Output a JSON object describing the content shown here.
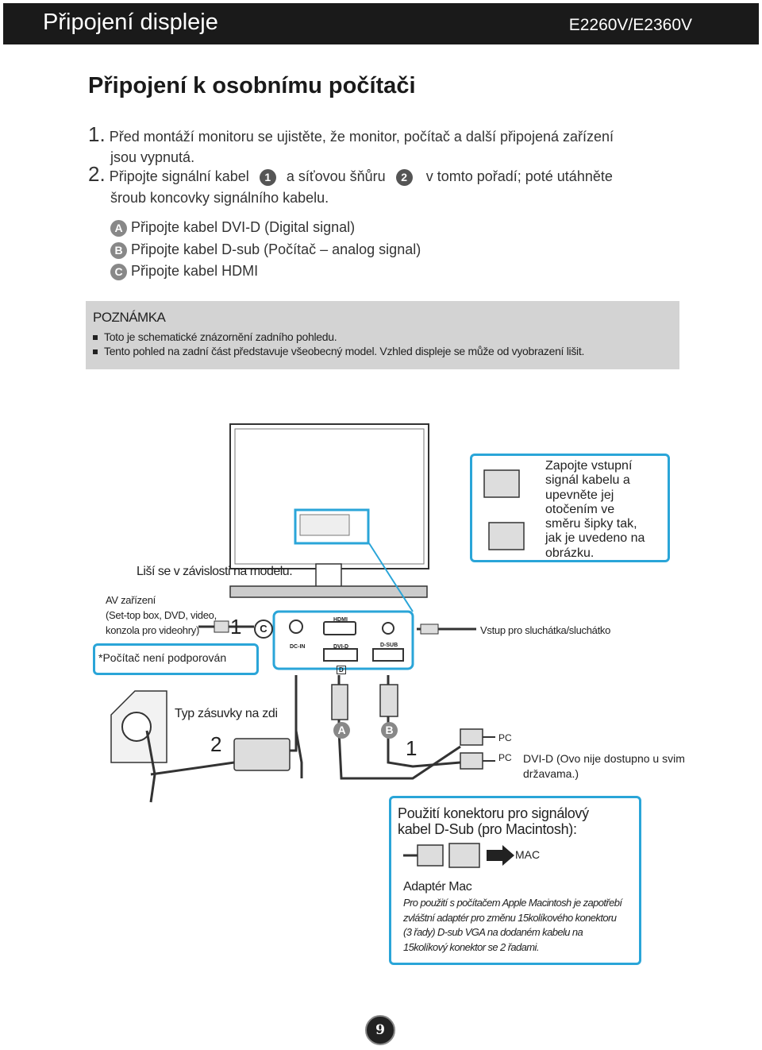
{
  "header": {
    "title": "Připojení displeje",
    "model": "E2260V/E2360V"
  },
  "section_title": "Připojení k osobnímu počítači",
  "steps": [
    {
      "num": "1.",
      "line1": "Před montáží monitoru se ujistěte, že monitor, počítač a další připojená zařízení",
      "line2": "jsou vypnutá."
    },
    {
      "num": "2.",
      "part_a": "Připojte signální kabel",
      "marker1": "1",
      "part_b": "a síťovou šňůru",
      "marker2": "2",
      "part_c": "v tomto pořadí; poté utáhněte",
      "line2": "šroub koncovky signálního kabelu."
    }
  ],
  "sub_items": [
    {
      "marker": "A",
      "text": "Připojte kabel DVI-D (Digital signal)"
    },
    {
      "marker": "B",
      "text": "Připojte kabel D-sub (Počítač – analog signal)"
    },
    {
      "marker": "C",
      "text": "Připojte kabel HDMI"
    }
  ],
  "note": {
    "title": "POZNÁMKA",
    "items": [
      "Toto je schematické znázornění zadního pohledu.",
      "Tento pohled na zadní část představuje všeobecný model. Vzhled displeje se může od vyobrazení lišit."
    ]
  },
  "diagram": {
    "model_note": "Liší se v závislosti na modelu.",
    "tip_text": [
      "Zapojte vstupní",
      "signál kabelu a",
      "upevněte jej",
      "otočením ve",
      "směru šipky tak,",
      "jak je uvedeno na",
      "obrázku."
    ],
    "av_label": [
      "AV zařízení",
      "(Set-top box, DVD, video,",
      "konzola pro videohry)"
    ],
    "pc_not_supported": "*Počítač není podporován",
    "marker_1": "1",
    "marker_2": "2",
    "marker_c": "C",
    "marker_a": "A",
    "marker_b": "B",
    "port_hdmi": "HDMI",
    "port_dcin": "DC-IN",
    "port_dvid": "DVI-D",
    "port_dsub": "D-SUB",
    "port_d_badge": "D",
    "headphone_label": "Vstup pro sluchátka/sluchátko",
    "outlet_label": "Typ zásuvky na zdi",
    "pc_label_1": "PC",
    "pc_label_2": "PC",
    "dvi_note": [
      "DVI-D (Ovo nije dostupno u svim",
      "državama.)"
    ]
  },
  "mac": {
    "title": [
      "Použití konektoru pro signálový",
      "kabel D-Sub (pro Macintosh):"
    ],
    "mac_label": "MAC",
    "adapter_title": "Adaptér Mac",
    "adapter_text": [
      "Pro použití s počítačem Apple Macintosh je zapotřebí",
      "zvláštní adaptér pro změnu 15kolíkového konektoru",
      "(3  řady) D-sub VGA na dodaném kabelu na",
      "15kolíkový konektor se 2  řadami."
    ]
  },
  "page_number": "9",
  "colors": {
    "header_bg": "#1a1a1a",
    "accent_blue": "#2aa5d8",
    "note_bg": "#d3d3d3",
    "marker_gray": "#888888"
  }
}
